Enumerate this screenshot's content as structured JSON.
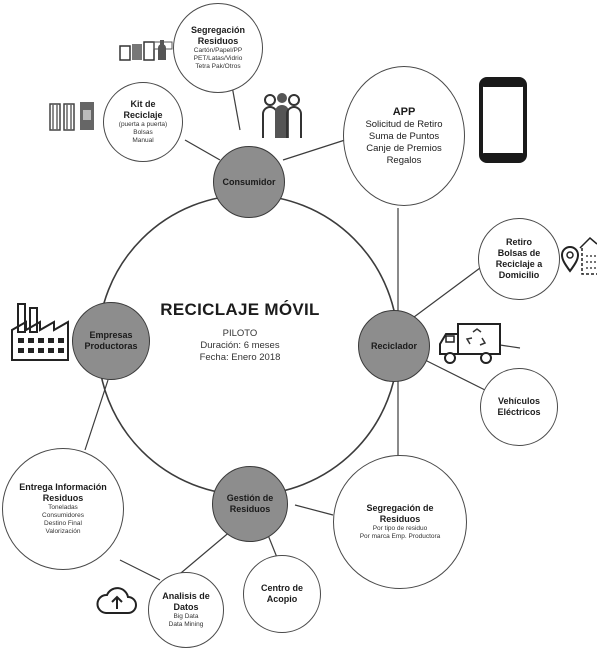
{
  "center": {
    "title": "RECICLAJE MÓVIL",
    "lines": [
      "PILOTO",
      "Duración: 6 meses",
      "Fecha: Enero 2018"
    ]
  },
  "hubs": {
    "consumidor": "Consumidor",
    "empresas": [
      "Empresas",
      "Productoras"
    ],
    "reciclador": "Reciclador",
    "gestion": [
      "Gestión de",
      "Residuos"
    ]
  },
  "satellites": {
    "segregacion_top": {
      "title": [
        "Segregación",
        "Residuos"
      ],
      "items": [
        "Cartón/Papel/PP",
        "PET/Latas/Vidrio",
        "Tetra Pak/Otros"
      ]
    },
    "kit": {
      "title": [
        "Kit de",
        "Reciclaje"
      ],
      "items": [
        "(puerta a puerta)",
        "Bolsas",
        "Manual"
      ]
    },
    "app": {
      "title": "APP",
      "items": [
        "Solicitud de Retiro",
        "Suma de Puntos",
        "Canje de Premios",
        "Regalos"
      ]
    },
    "retiro": {
      "title": [
        "Retiro",
        "Bolsas de",
        "Reciclaje a",
        "Domicilio"
      ]
    },
    "vehiculos": {
      "title": [
        "Vehículos",
        "Eléctricos"
      ]
    },
    "segregacion_bottom": {
      "title": [
        "Segregación de",
        "Residuos"
      ],
      "items": [
        "Por tipo de residuo",
        "Por marca Emp. Productora"
      ]
    },
    "centro": {
      "title": [
        "Centro de",
        "Acopio"
      ]
    },
    "analisis": {
      "title": [
        "Analisis de",
        "Datos"
      ],
      "items": [
        "Big Data",
        "Data Mining"
      ]
    },
    "entrega": {
      "title": [
        "Entrega Información",
        "Residuos"
      ],
      "items": [
        "Toneladas",
        "Consumidores",
        "Destino Final",
        "Valorización"
      ]
    }
  },
  "icons": [
    "phone-icon",
    "people-icon",
    "factory-icon",
    "truck-icon",
    "cloud-upload-icon",
    "location-pin-icon",
    "recycling-bins-icon",
    "bags-icon",
    "cleaning-products-icon",
    "house-icon"
  ]
}
